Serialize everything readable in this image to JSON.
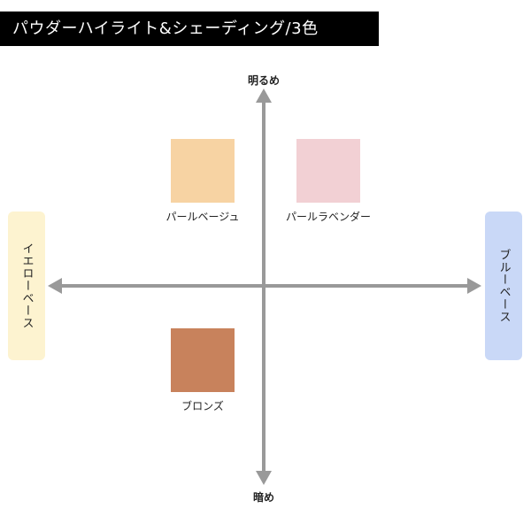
{
  "title": "パウダーハイライト&シェーディング/3色",
  "axes": {
    "top": "明るめ",
    "bottom": "暗め",
    "left": "イエローベース",
    "right": "ブルーベース"
  },
  "colors": {
    "axis": "#999999",
    "left_box": "#fdf3d0",
    "right_box": "#c9d8f7"
  },
  "swatches": [
    {
      "label": "パールベージュ",
      "color": "#f7d3a3"
    },
    {
      "label": "パールラベンダー",
      "color": "#f2d0d4"
    },
    {
      "label": "ブロンズ",
      "color": "#c8825c"
    }
  ]
}
